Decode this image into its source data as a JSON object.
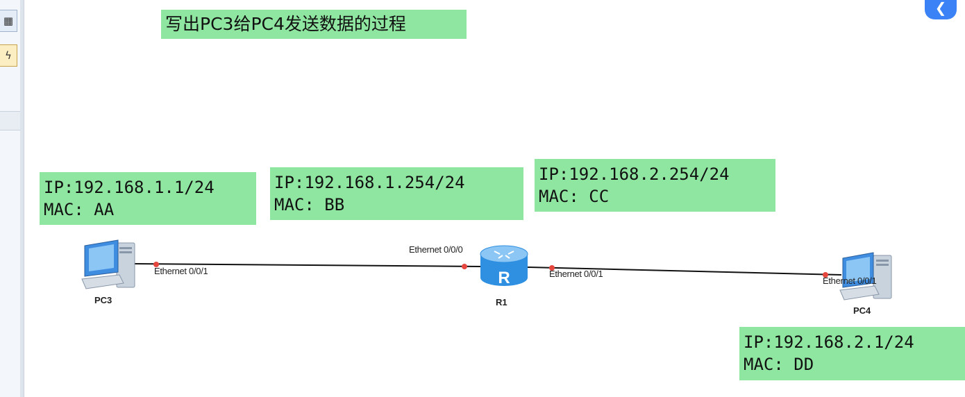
{
  "title": "写出PC3给PC4发送数据的过程",
  "devices": {
    "pc3": {
      "name": "PC3",
      "port": "Ethernet 0/0/1",
      "ip": "IP:192.168.1.1/24",
      "mac": "MAC: AA"
    },
    "r1": {
      "name": "R1",
      "port_left": "Ethernet 0/0/0",
      "port_right": "Ethernet 0/0/1",
      "ip_left": "IP:192.168.1.254/24",
      "mac_left": "MAC: BB",
      "ip_right": "IP:192.168.2.254/24",
      "mac_right": "MAC: CC",
      "router_glyph": "R"
    },
    "pc4": {
      "name": "PC4",
      "port": "Ethernet 0/0/1",
      "ip": "IP:192.168.2.1/24",
      "mac": "MAC: DD"
    }
  },
  "icons": {
    "toolbar_1": "device-list-icon",
    "toolbar_2": "link-cable-icon",
    "corner": "back-icon"
  },
  "colors": {
    "label_background": "#8fe6a0",
    "link_line": "#111111",
    "port_dot": "#e5473f",
    "router_blue": "#2f8fe0"
  }
}
